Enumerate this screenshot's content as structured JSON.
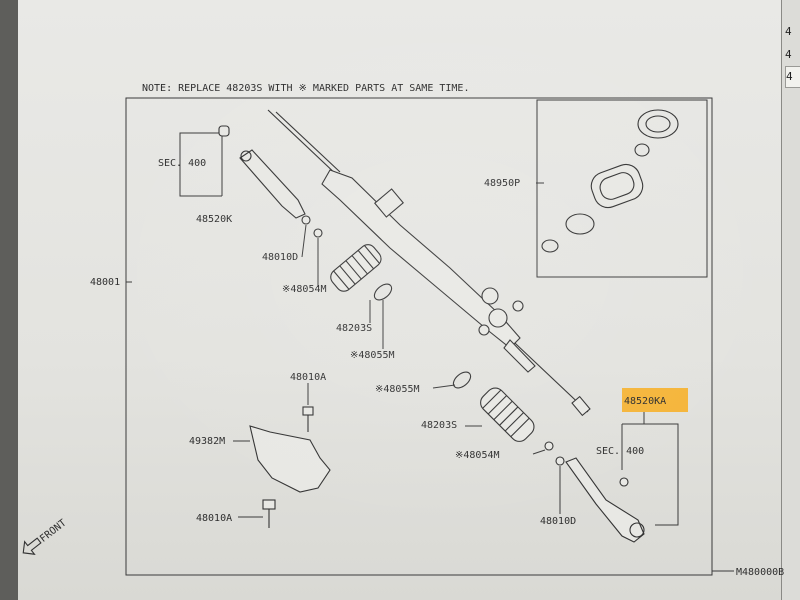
{
  "note": "NOTE: REPLACE 48203S WITH ※ MARKED PARTS AT SAME TIME.",
  "diagram_code": "M480000B",
  "front_label": "FRONT",
  "sec_label_left": "SEC. 400",
  "sec_label_right": "SEC. 400",
  "highlight_color": "#f5b53a",
  "side_items": [
    "4",
    "4",
    "4"
  ],
  "parts": {
    "p48001": "48001",
    "p48520K": "48520K",
    "p48010D_left": "48010D",
    "p48054M_left": "※48054M",
    "p48203S_left": "48203S",
    "p48055M_left": "※48055M",
    "p48950P": "48950P",
    "p48010A_top": "48010A",
    "p49382M": "49382M",
    "p48010A_bottom": "48010A",
    "p48055M_right": "※48055M",
    "p48203S_right": "48203S",
    "p48054M_right": "※48054M",
    "p48520KA": "48520KA",
    "p48010D_right": "48010D"
  }
}
